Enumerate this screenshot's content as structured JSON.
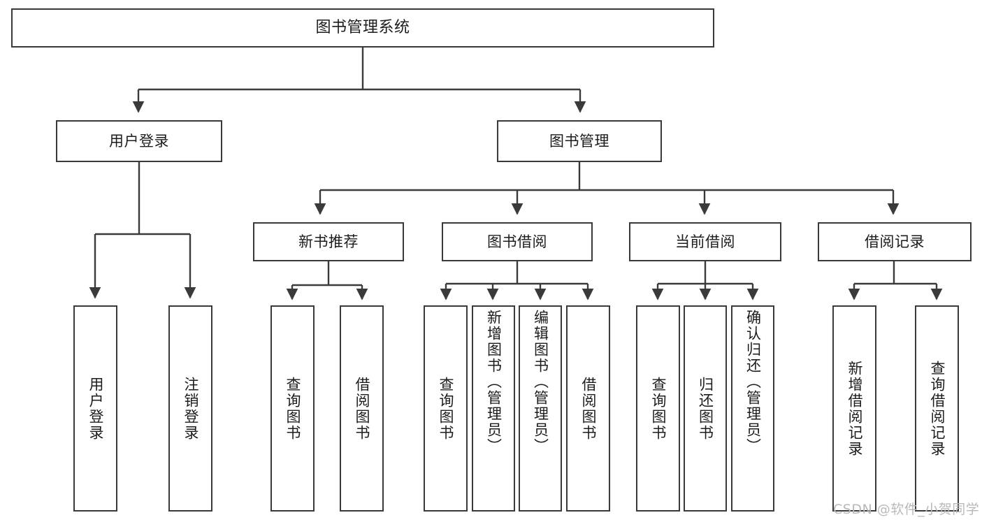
{
  "diagram": {
    "title": "图书管理系统",
    "type": "tree",
    "root": {
      "id": "root",
      "label": "图书管理系统"
    },
    "level2": [
      {
        "id": "user-login",
        "label": "用户登录"
      },
      {
        "id": "book-manage",
        "label": "图书管理"
      }
    ],
    "level3": [
      {
        "id": "new-book-recommend",
        "label": "新书推荐",
        "parent": "book-manage"
      },
      {
        "id": "book-borrow",
        "label": "图书借阅",
        "parent": "book-manage"
      },
      {
        "id": "current-borrow",
        "label": "当前借阅",
        "parent": "book-manage"
      },
      {
        "id": "borrow-record",
        "label": "借阅记录",
        "parent": "book-manage"
      }
    ],
    "leaves": [
      {
        "id": "leaf-user-login",
        "label": "用户登录",
        "parent": "user-login"
      },
      {
        "id": "leaf-user-logout",
        "label": "注销登录",
        "parent": "user-login"
      },
      {
        "id": "leaf-query-book-1",
        "label": "查询图书",
        "parent": "new-book-recommend"
      },
      {
        "id": "leaf-borrow-book-1",
        "label": "借阅图书",
        "parent": "new-book-recommend"
      },
      {
        "id": "leaf-query-book-2",
        "label": "查询图书",
        "parent": "book-borrow"
      },
      {
        "id": "leaf-add-book",
        "label": "新增图书（管理员）",
        "parent": "book-borrow"
      },
      {
        "id": "leaf-edit-book",
        "label": "编辑图书（管理员）",
        "parent": "book-borrow"
      },
      {
        "id": "leaf-borrow-book-2",
        "label": "借阅图书",
        "parent": "book-borrow"
      },
      {
        "id": "leaf-query-book-3",
        "label": "查询图书",
        "parent": "current-borrow"
      },
      {
        "id": "leaf-return-book",
        "label": "归还图书",
        "parent": "current-borrow"
      },
      {
        "id": "leaf-confirm-return",
        "label": "确认归还（管理员）",
        "parent": "current-borrow"
      },
      {
        "id": "leaf-add-record",
        "label": "新增借阅记录",
        "parent": "borrow-record"
      },
      {
        "id": "leaf-query-record",
        "label": "查询借阅记录",
        "parent": "borrow-record"
      }
    ],
    "colors": {
      "box_border": "#3a3a3a",
      "box_fill": "#ffffff",
      "connector": "#3a3a3a",
      "text": "#1c1c1c",
      "watermark": "#b9b9b9",
      "background": "#ffffff"
    }
  },
  "watermark": {
    "text": "CSDN @软件_小贺同学"
  }
}
